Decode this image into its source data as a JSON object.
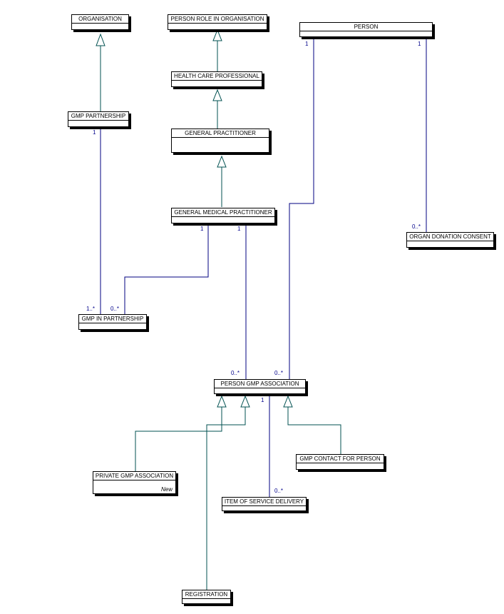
{
  "entities": {
    "organisation": "ORGANISATION",
    "person_role": "PERSON ROLE IN ORGANISATION",
    "person": "PERSON",
    "health_care_professional": "HEALTH CARE PROFESSIONAL",
    "gmp_partnership": "GMP PARTNERSHIP",
    "general_practitioner": "GENERAL PRACTITIONER",
    "general_medical_practitioner": "GENERAL MEDICAL PRACTITIONER",
    "organ_donation_consent": "ORGAN DONATION CONSENT",
    "gmp_in_partnership": "GMP IN PARTNERSHIP",
    "person_gmp_association": "PERSON GMP ASSOCIATION",
    "gmp_contact_for_person": "GMP CONTACT FOR PERSON",
    "private_gmp_association": "PRIVATE GMP ASSOCIATION",
    "private_gmp_association_note": "New",
    "item_of_service_delivery": "ITEM OF SERVICE DELIVERY",
    "registration": "REGISTRATION"
  },
  "multiplicities": {
    "person_left": "1",
    "person_right": "1",
    "gmp_partnership_bottom": "1",
    "gmp_in_partnership_left": "1..*",
    "gmp_in_partnership_right": "0..*",
    "gmpr_left": "1",
    "gmpr_right": "1",
    "organ_consent": "0..*",
    "pga_left": "0..*",
    "pga_right": "0..*",
    "pga_bottom": "1",
    "item_service": "0..*"
  },
  "colors": {
    "inheritance_line": "#005050",
    "association_line": "#000080",
    "multiplicity_text": "#00008b",
    "box_border": "#000000"
  }
}
